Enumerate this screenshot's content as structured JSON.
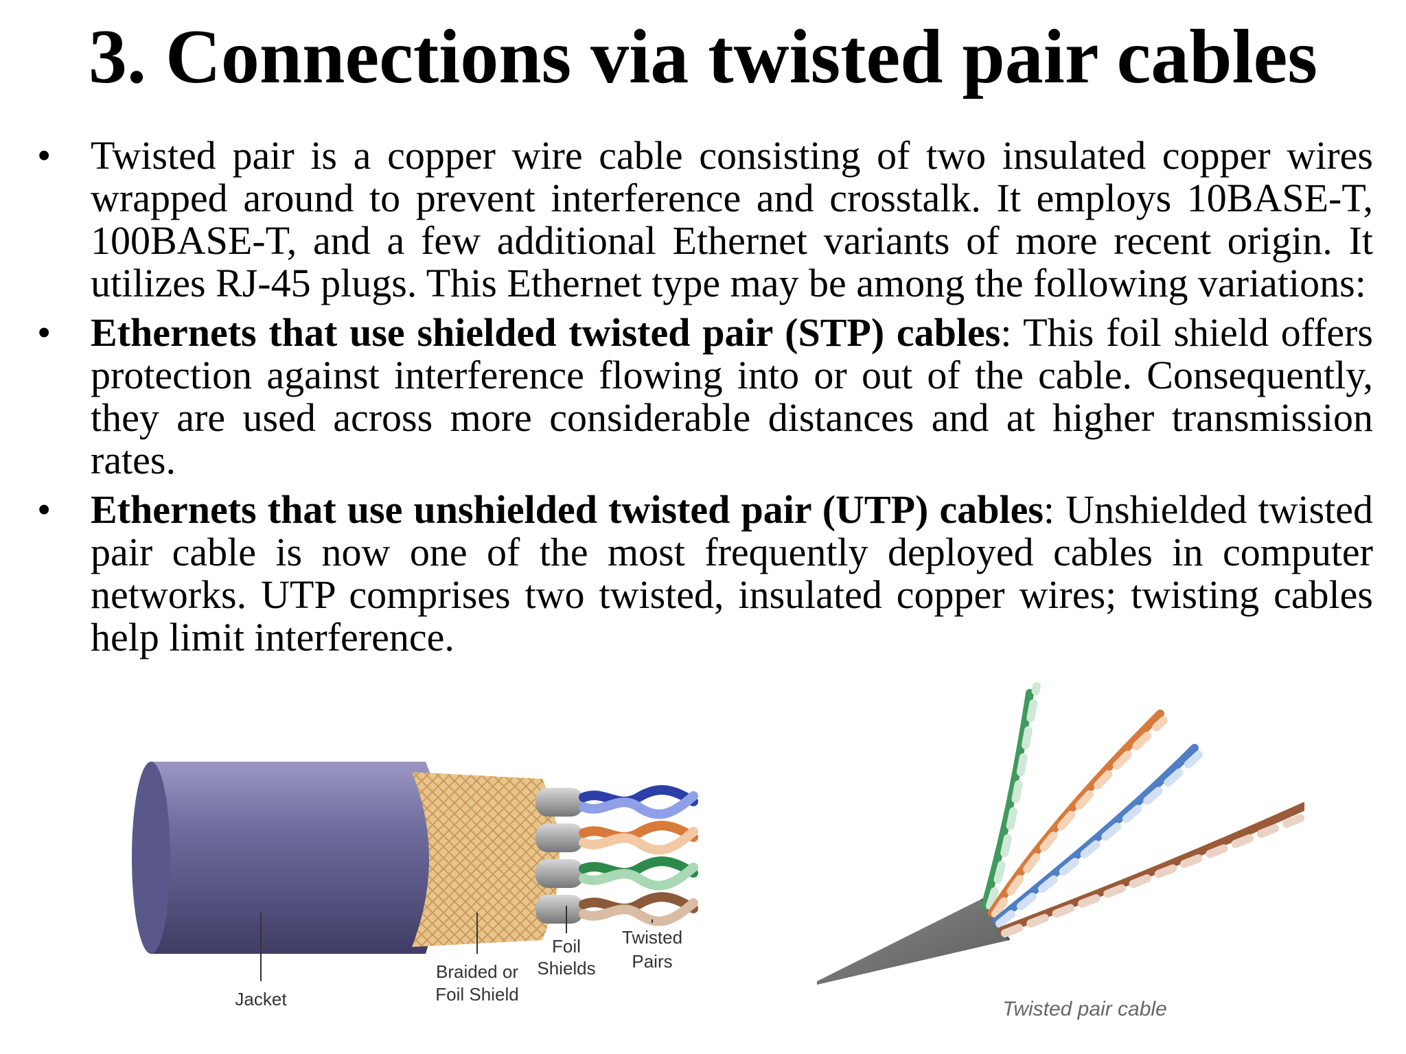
{
  "title": "3. Connections via twisted pair cables",
  "bullets": [
    {
      "bold": "",
      "text": "Twisted pair is a copper wire cable consisting of two insulated copper wires wrapped around to prevent interference and crosstalk. It employs 10BASE-T, 100BASE-T, and a few additional Ethernet variants of more recent origin. It utilizes RJ-45 plugs. This Ethernet type may be among the following variations:"
    },
    {
      "bold": "Ethernets that use shielded twisted pair (STP) cables",
      "text": ": This foil shield offers protection against interference flowing into or out of the cable. Consequently, they are used across more considerable distances and at higher transmission rates."
    },
    {
      "bold": "Ethernets that use unshielded twisted pair (UTP) cables",
      "text": ": Unshielded twisted pair cable is now one of the most frequently deployed cables in computer networks. UTP comprises two twisted, insulated copper wires; twisting cables help limit interference."
    }
  ],
  "stp_figure": {
    "labels": {
      "jacket": "Jacket",
      "braided_1": "Braided or",
      "braided_2": "Foil Shield",
      "foil_1": "Foil",
      "foil_2": "Shields",
      "twisted_1": "Twisted",
      "twisted_2": "Pairs"
    },
    "colors": {
      "jacket": "#6f6c9e",
      "braid": "#e8c48c",
      "foil": "#9a9a9a",
      "pair_blue": "#2c3fa8",
      "pair_orange": "#d9793a",
      "pair_green": "#2e8a4a",
      "pair_brown": "#8a5a3a"
    }
  },
  "utp_figure": {
    "caption": "Twisted pair cable",
    "colors": {
      "jacket": "#6e7070",
      "green": "#3f9a5c",
      "orange": "#d77a3c",
      "blue": "#4f7fc4",
      "brown": "#9a5a38"
    }
  }
}
